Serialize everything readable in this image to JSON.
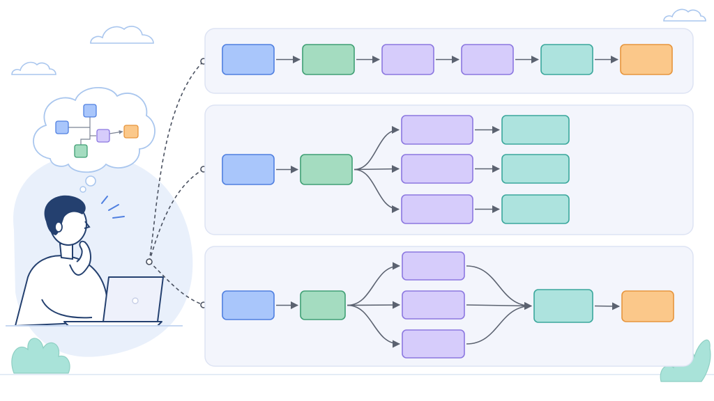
{
  "colors": {
    "blue": {
      "fill": "#a9c6fb",
      "stroke": "#4f7fe0"
    },
    "green": {
      "fill": "#a4dcc0",
      "stroke": "#3f9f74"
    },
    "purple": {
      "fill": "#d6ccfb",
      "stroke": "#8b77e0"
    },
    "teal": {
      "fill": "#ade3de",
      "stroke": "#3aa79c"
    },
    "orange": {
      "fill": "#fbc88a",
      "stroke": "#e7953c"
    },
    "panel_fill": "#f3f5fc",
    "panel_stroke": "#dde3f3",
    "arrow": "#5b6270",
    "blob": "#e9f0fb",
    "person_hair": "#24406f",
    "plant": "#a9e3d9"
  },
  "illustration": {
    "elements": [
      "cloud-icon",
      "thought-bubble",
      "person",
      "laptop",
      "plant-icon",
      "sparkle-marks"
    ]
  },
  "panels": [
    {
      "id": "sequential",
      "nodes": [
        "blue",
        "green",
        "purple",
        "purple",
        "teal",
        "orange"
      ],
      "edges": [
        [
          0,
          1
        ],
        [
          1,
          2
        ],
        [
          2,
          3
        ],
        [
          3,
          4
        ],
        [
          4,
          5
        ]
      ]
    },
    {
      "id": "parallel",
      "nodes": [
        "blue",
        "green",
        "purple",
        "purple",
        "purple",
        "teal",
        "teal",
        "teal"
      ],
      "edges": [
        [
          0,
          1
        ],
        [
          1,
          2
        ],
        [
          1,
          3
        ],
        [
          1,
          4
        ],
        [
          2,
          5
        ],
        [
          3,
          6
        ],
        [
          4,
          7
        ]
      ]
    },
    {
      "id": "fan-out-fan-in",
      "nodes": [
        "blue",
        "green",
        "purple",
        "purple",
        "purple",
        "teal",
        "orange"
      ],
      "edges": [
        [
          0,
          1
        ],
        [
          1,
          2
        ],
        [
          1,
          3
        ],
        [
          1,
          4
        ],
        [
          2,
          5
        ],
        [
          3,
          5
        ],
        [
          4,
          5
        ],
        [
          5,
          6
        ]
      ]
    }
  ],
  "thought_bubble_nodes": [
    "blue",
    "blue",
    "green",
    "purple",
    "orange"
  ]
}
